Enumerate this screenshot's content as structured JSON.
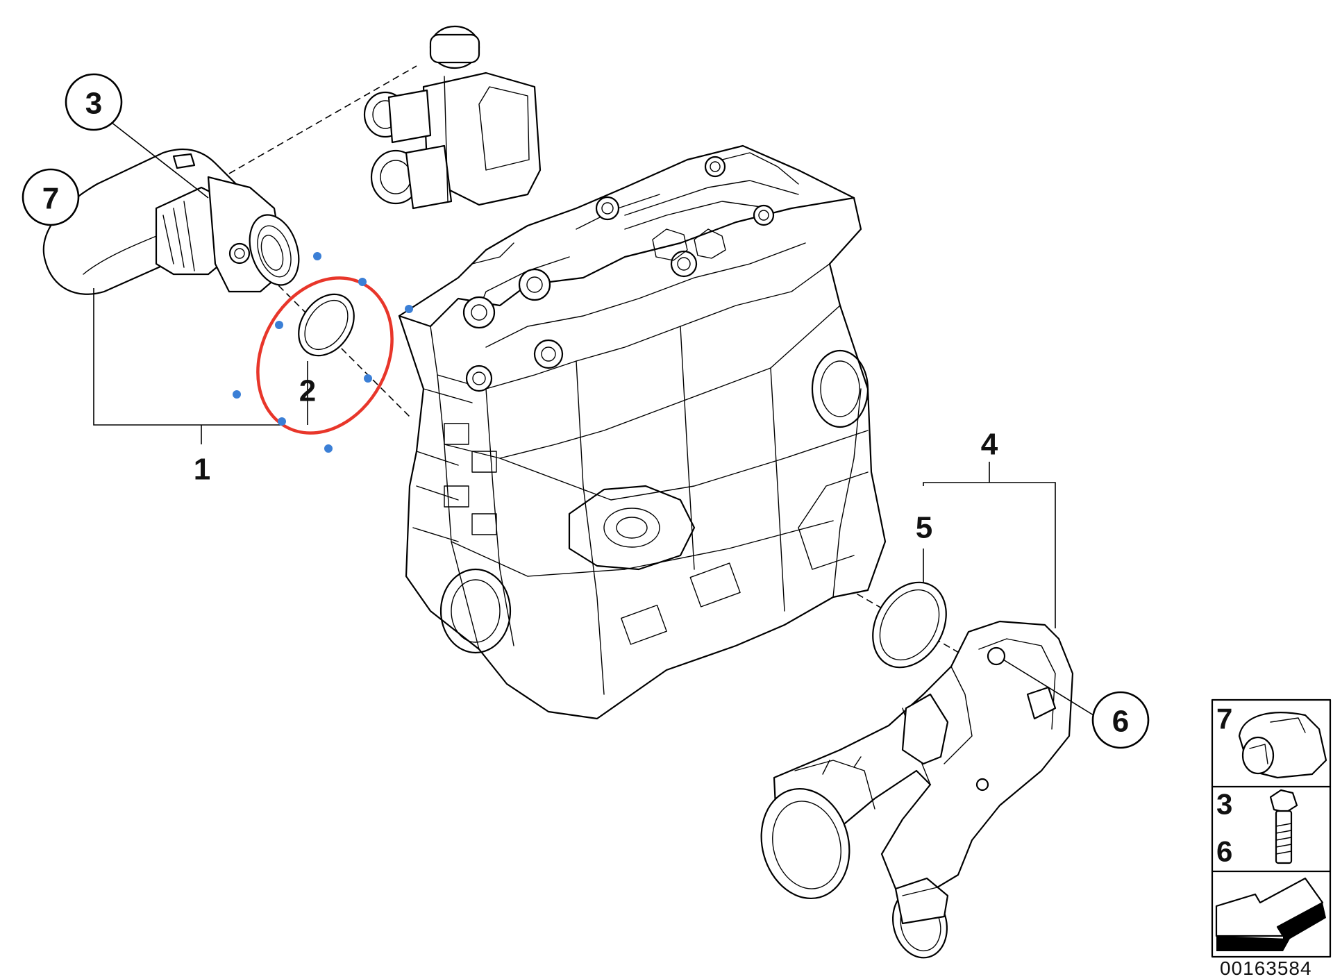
{
  "diagram": {
    "callouts": {
      "c1": "1",
      "c2": "2",
      "c3": "3",
      "c4": "4",
      "c5": "5",
      "c6": "6",
      "c7": "7"
    },
    "legend": {
      "clip_label": "7",
      "bolt_label_a": "3",
      "bolt_label_b": "6"
    },
    "document_id": "00163584",
    "colors": {
      "line": "#000000",
      "highlight_ring": "#e8362a",
      "marker_dots": "#3b7fd6",
      "background": "#ffffff"
    }
  }
}
